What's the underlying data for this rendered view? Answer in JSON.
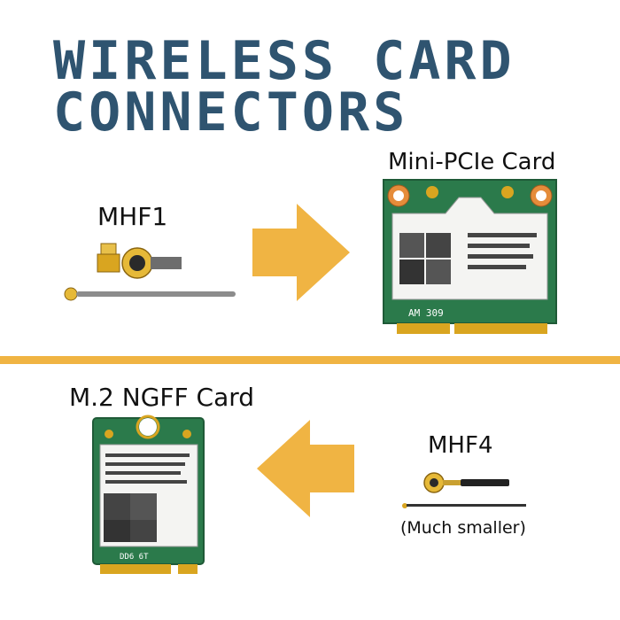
{
  "title": {
    "line1": "WIRELESS CARD",
    "line2": "CONNECTORS"
  },
  "top": {
    "connector_label": "MHF1",
    "card_label": "Mini-PCIe Card",
    "card_marking": "AM 309"
  },
  "bottom": {
    "card_label": "M.2 NGFF Card",
    "connector_label": "MHF4",
    "connector_note": "(Much smaller)",
    "card_marking": "DD6 6T"
  },
  "colors": {
    "title": "#2f5470",
    "accent": "#f0b443",
    "pcb": "#2b7a4b",
    "gold": "#d9a520"
  },
  "icons": {
    "top_arrow": "arrow-right-icon",
    "bottom_arrow": "arrow-left-icon"
  }
}
